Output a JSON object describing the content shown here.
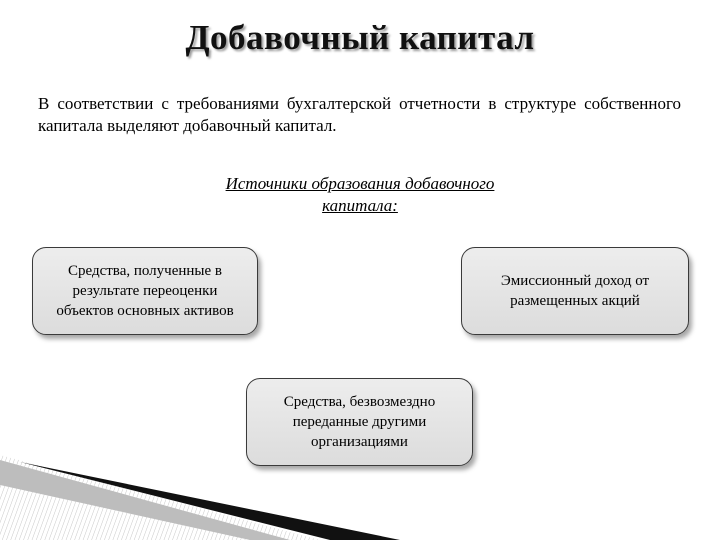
{
  "title": "Добавочный капитал",
  "intro": "В соответствии с требованиями бухгалтерской отчетности в структуре собственного капитала выделяют добавочный капитал.",
  "subtitle": "Источники образования добавочного капитала:",
  "boxes": {
    "revaluation": "Средства, полученные в результате переоценки объектов основных активов",
    "emission": "Эмиссионный доход от размещенных акций",
    "gratuitous": "Средства, безвозмездно переданные другими организациями"
  }
}
